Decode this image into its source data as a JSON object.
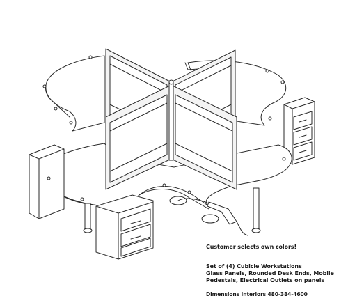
{
  "captions": {
    "choose_colors": "Customer selects own colors!",
    "desc_line1": "Set of (4) Cubicle Workstations",
    "desc_line2": "Glass Panels, Rounded Desk Ends, Mobile",
    "desc_line3": "Pedestals, Electrical Outlets on panels",
    "brand": "Dimensions Interiors 480-384-4600"
  },
  "colors": {
    "line": "#2a2a2a",
    "glass": "#f4f4f4",
    "background": "#ffffff"
  }
}
